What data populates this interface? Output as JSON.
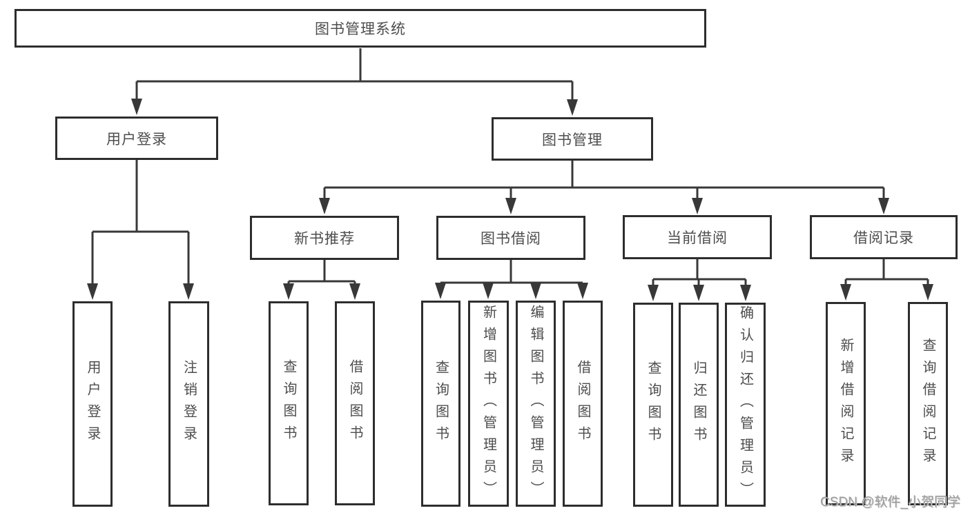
{
  "tree": {
    "root": {
      "label": "图书管理系统"
    },
    "branches": [
      {
        "label": "用户登录",
        "children": [
          {
            "label": "用户登录"
          },
          {
            "label": "注销登录"
          }
        ]
      },
      {
        "label": "图书管理",
        "children": [
          {
            "label": "新书推荐",
            "children": [
              {
                "label": "查询图书"
              },
              {
                "label": "借阅图书"
              }
            ]
          },
          {
            "label": "图书借阅",
            "children": [
              {
                "label": "查询图书"
              },
              {
                "label": "新增图书（管理员）"
              },
              {
                "label": "编辑图书（管理员）"
              },
              {
                "label": "借阅图书"
              }
            ]
          },
          {
            "label": "当前借阅",
            "children": [
              {
                "label": "查询图书"
              },
              {
                "label": "归还图书"
              },
              {
                "label": "确认归还（管理员）"
              }
            ]
          },
          {
            "label": "借阅记录",
            "children": [
              {
                "label": "新增借阅记录"
              },
              {
                "label": "查询借阅记录"
              }
            ]
          }
        ]
      }
    ]
  },
  "watermark": {
    "text": "CSDN @软件_小贺同学"
  },
  "colors": {
    "line": "#383838",
    "box_border": "#2d2d2d",
    "box_text": "#4d4d4d",
    "background": "#ffffff",
    "watermark_text": "#9d9d9d"
  }
}
